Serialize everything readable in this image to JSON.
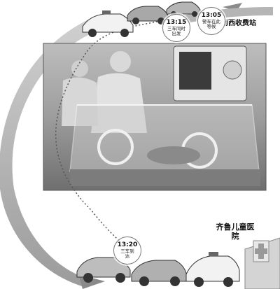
{
  "toll_station": "济南西收费站",
  "hospital": "齐鲁儿童医院",
  "events": [
    {
      "time": "13:05",
      "desc": "警车在此等候"
    },
    {
      "time": "13:15",
      "desc": "三车同时出发"
    },
    {
      "time": "13:20",
      "desc": "三车到达"
    }
  ],
  "colors": {
    "arrow": "#9a9a9a",
    "dotted_route": "#555555",
    "background": "#ffffff"
  }
}
